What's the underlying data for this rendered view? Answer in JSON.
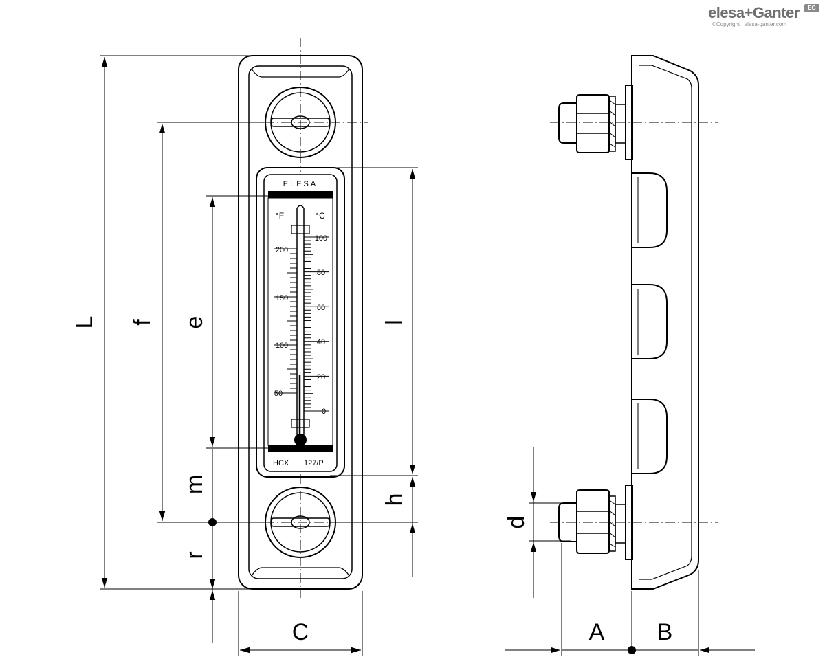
{
  "brand": {
    "logo_text": "elesa+Ganter",
    "badge": "EG",
    "copyright": "©Copyright | elesa-ganter.com"
  },
  "front_view": {
    "gauge_brand": "ELESA",
    "model_left": "HCX",
    "model_right": "127/P",
    "unit_f": "°F",
    "unit_c": "°C",
    "scale_f": [
      "200",
      "150",
      "100",
      "50"
    ],
    "scale_c": [
      "100",
      "80",
      "60",
      "40",
      "20",
      "0"
    ]
  },
  "dimensions": {
    "L": "L",
    "f": "f",
    "e": "e",
    "m": "m",
    "r": "r",
    "l": "l",
    "h": "h",
    "C": "C",
    "d": "d",
    "A": "A",
    "B": "B"
  }
}
